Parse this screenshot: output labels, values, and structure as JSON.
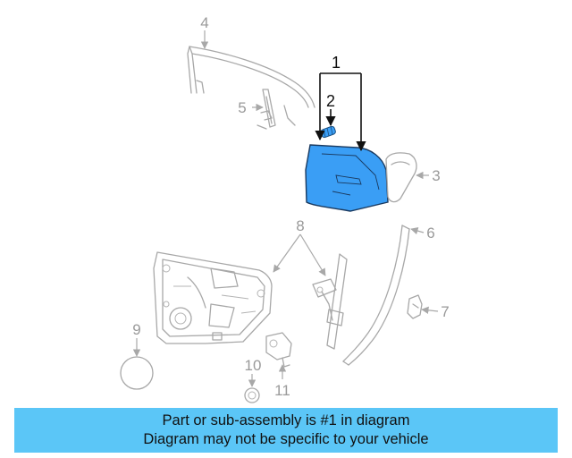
{
  "colors": {
    "highlight_fill": "#3a9ef5",
    "banner_bg": "#5bc6f7",
    "part_stroke": "#a8a8a8",
    "label_gray": "#9a9a9a",
    "label_dark": "#111111"
  },
  "callouts": {
    "n1": "1",
    "n2": "2",
    "n3": "3",
    "n4": "4",
    "n5": "5",
    "n6": "6",
    "n7": "7",
    "n8": "8",
    "n9": "9",
    "n10": "10",
    "n11": "11"
  },
  "banner": {
    "line1": "Part or sub-assembly is #1 in diagram",
    "line2": "Diagram may not be specific to your vehicle"
  }
}
